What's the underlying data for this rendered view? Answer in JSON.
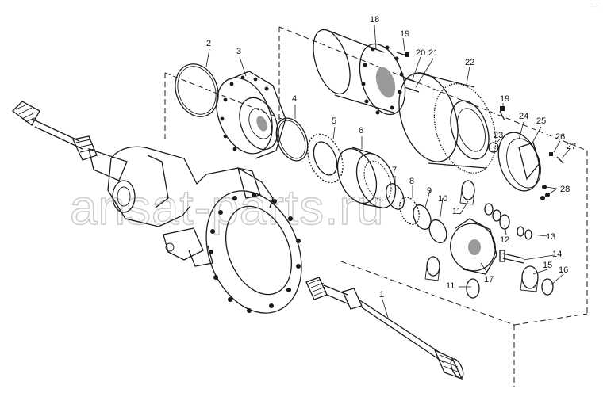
{
  "watermark": "ansat-parts.ru",
  "corner_mark": "—",
  "callouts": [
    {
      "id": "c1",
      "text": "1"
    },
    {
      "id": "c2",
      "text": "2"
    },
    {
      "id": "c3",
      "text": "3"
    },
    {
      "id": "c4",
      "text": "4"
    },
    {
      "id": "c5",
      "text": "5"
    },
    {
      "id": "c6",
      "text": "6"
    },
    {
      "id": "c7",
      "text": "7"
    },
    {
      "id": "c8",
      "text": "8"
    },
    {
      "id": "c9",
      "text": "9"
    },
    {
      "id": "c10",
      "text": "10"
    },
    {
      "id": "c11a",
      "text": "11"
    },
    {
      "id": "c11b",
      "text": "11"
    },
    {
      "id": "c12",
      "text": "12"
    },
    {
      "id": "c13",
      "text": "13"
    },
    {
      "id": "c14",
      "text": "14"
    },
    {
      "id": "c15",
      "text": "15"
    },
    {
      "id": "c16",
      "text": "16"
    },
    {
      "id": "c17",
      "text": "17"
    },
    {
      "id": "c18",
      "text": "18"
    },
    {
      "id": "c19a",
      "text": "19"
    },
    {
      "id": "c19b",
      "text": "19"
    },
    {
      "id": "c20",
      "text": "20"
    },
    {
      "id": "c21",
      "text": "21"
    },
    {
      "id": "c22",
      "text": "22"
    },
    {
      "id": "c23",
      "text": "23"
    },
    {
      "id": "c24",
      "text": "24"
    },
    {
      "id": "c25",
      "text": "25"
    },
    {
      "id": "c26",
      "text": "26"
    },
    {
      "id": "c27",
      "text": "27"
    },
    {
      "id": "c28",
      "text": "28"
    }
  ]
}
